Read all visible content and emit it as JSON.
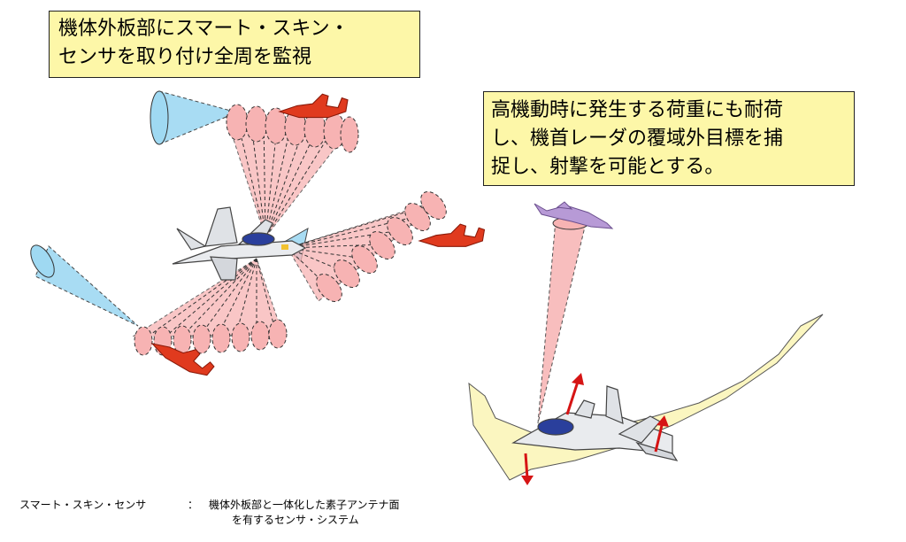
{
  "callouts": {
    "smart_skin": {
      "lines": [
        "機体外板部にスマート・スキン・",
        "センサを取り付け全周を監視"
      ]
    },
    "high_maneuver": {
      "lines": [
        "高機動時に発生する荷重にも耐荷",
        "し、機首レーダの覆域外目標を捕",
        "捉し、射撃を可能とする。"
      ]
    }
  },
  "footnote": {
    "term": "スマート・スキン・センサ",
    "separator": "：",
    "definition_line1": "機体外板部と一体化した素子アンテナ面",
    "definition_line2": "を有するセンサ・システム"
  },
  "colors": {
    "callout_fill": "#fdf7a8",
    "beam_pink": "#f7b3b3",
    "cone_blue": "#9fd9f2",
    "target_red": "#e03a1e",
    "target_purple": "#b79ad6",
    "own_jet": "#e9ebee",
    "canopy": "#2a3f9c",
    "flight_path": "#fbf6c0",
    "arrow_red": "#d61414"
  },
  "icons": [
    "fighter-jet-icon",
    "target-aircraft-icon",
    "sensor-cone-icon",
    "load-arrow-icon"
  ]
}
